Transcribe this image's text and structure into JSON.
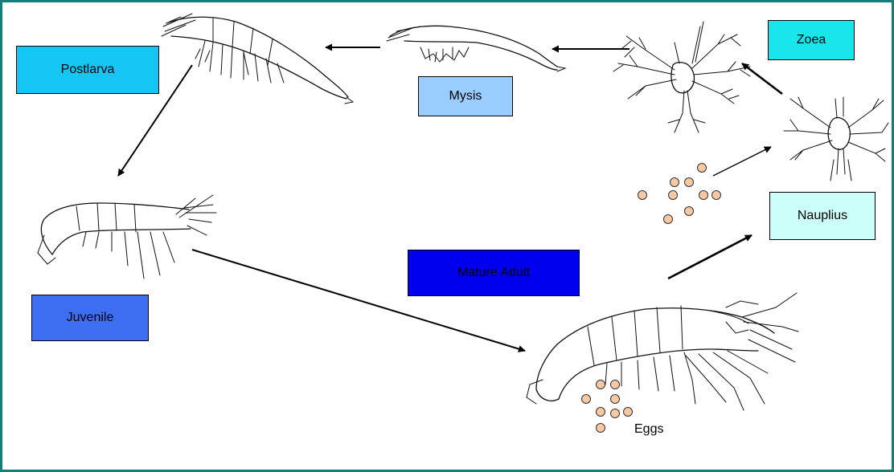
{
  "frame_color": "#127f7a",
  "egg_color": "#f6c9a4",
  "stages": {
    "postlarva": {
      "label": "Postlarva",
      "color": "#13c7f2"
    },
    "mysis": {
      "label": "Mysis",
      "color": "#99ccff"
    },
    "zoea": {
      "label": "Zoea",
      "color": "#18e6ea"
    },
    "nauplius": {
      "label": "Nauplius",
      "color": "#ccfff9"
    },
    "mature_adult": {
      "label": "Mature Adult",
      "color": "#0000ee"
    },
    "juvenile": {
      "label": "Juvenile",
      "color": "#3d6ef2"
    }
  },
  "eggs_label": "Eggs"
}
